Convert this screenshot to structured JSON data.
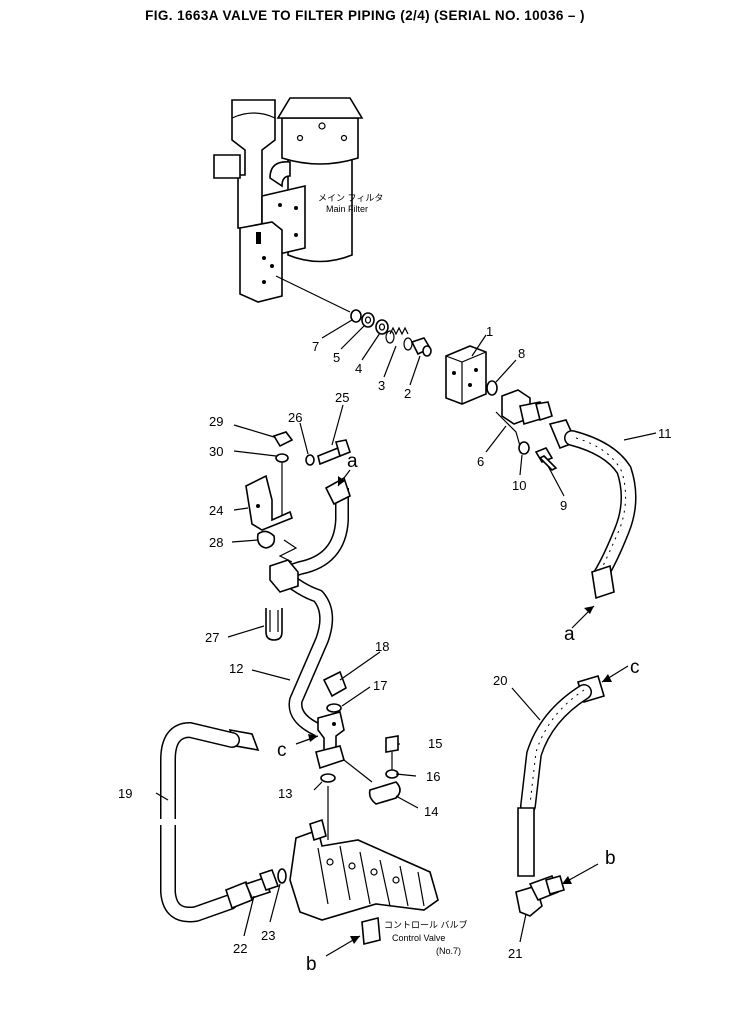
{
  "title": "FIG. 1663A  VALVE TO FILTER PIPING (2/4) (SERIAL NO. 10036 – )",
  "components": {
    "main_filter_jp": "メイン フィルタ",
    "main_filter_en": "Main Filter",
    "control_valve_jp": "コントロール バルブ",
    "control_valve_en": "Control Valve",
    "control_valve_no": "(No.7)"
  },
  "parts": [
    "1",
    "2",
    "3",
    "4",
    "5",
    "6",
    "7",
    "8",
    "9",
    "10",
    "11",
    "12",
    "13",
    "14",
    "15",
    "16",
    "17",
    "18",
    "19",
    "20",
    "21",
    "22",
    "23",
    "24",
    "25",
    "26",
    "27",
    "28",
    "29",
    "30"
  ],
  "connection_markers": [
    "a",
    "a",
    "b",
    "b",
    "c",
    "c"
  ]
}
